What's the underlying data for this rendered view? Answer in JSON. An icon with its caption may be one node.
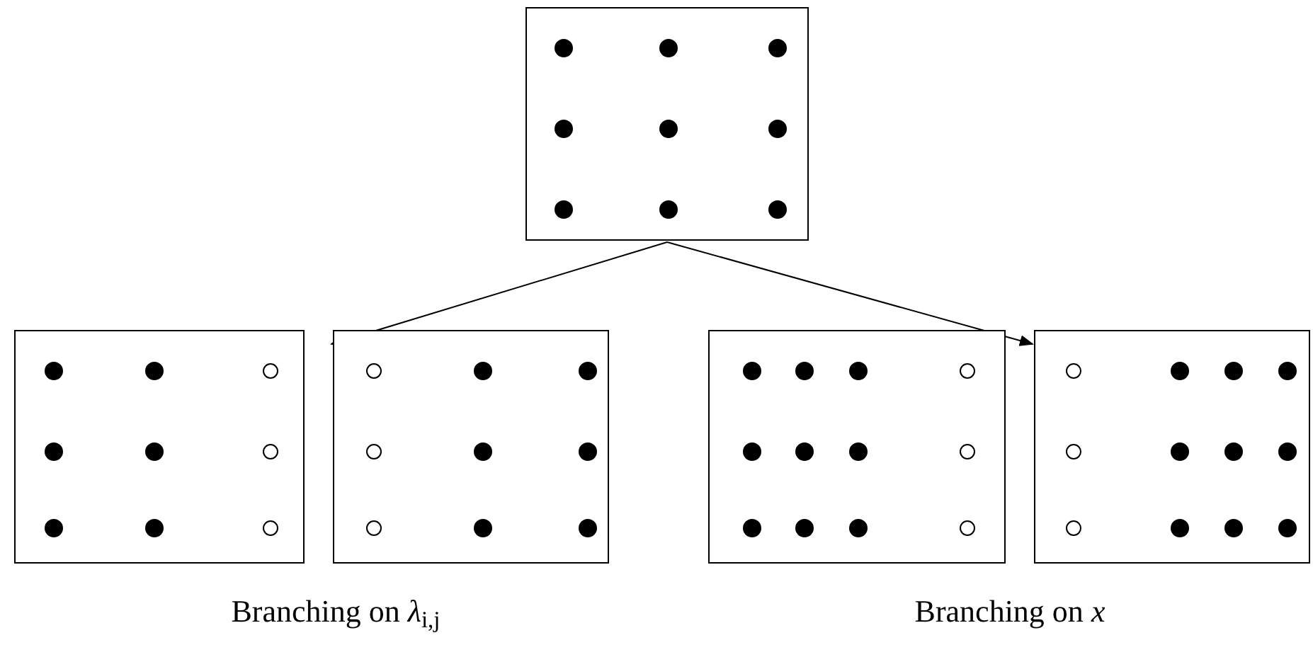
{
  "diagram": {
    "nodes": [
      {
        "text": [],
        "shape": "box"
      },
      {
        "text": [],
        "shape": "box"
      },
      {
        "text": [],
        "shape": "box"
      },
      {
        "text": [],
        "shape": "box"
      },
      {
        "text": [],
        "shape": "box"
      }
    ],
    "edges": [
      {
        "from": 0,
        "to": 2,
        "arrow": "to"
      },
      {
        "from": 0,
        "to": 4,
        "arrow": "to"
      }
    ],
    "labels": [
      "Branching on *λ*$_{i,j}$",
      "Branching on *x*"
    ]
  }
}
